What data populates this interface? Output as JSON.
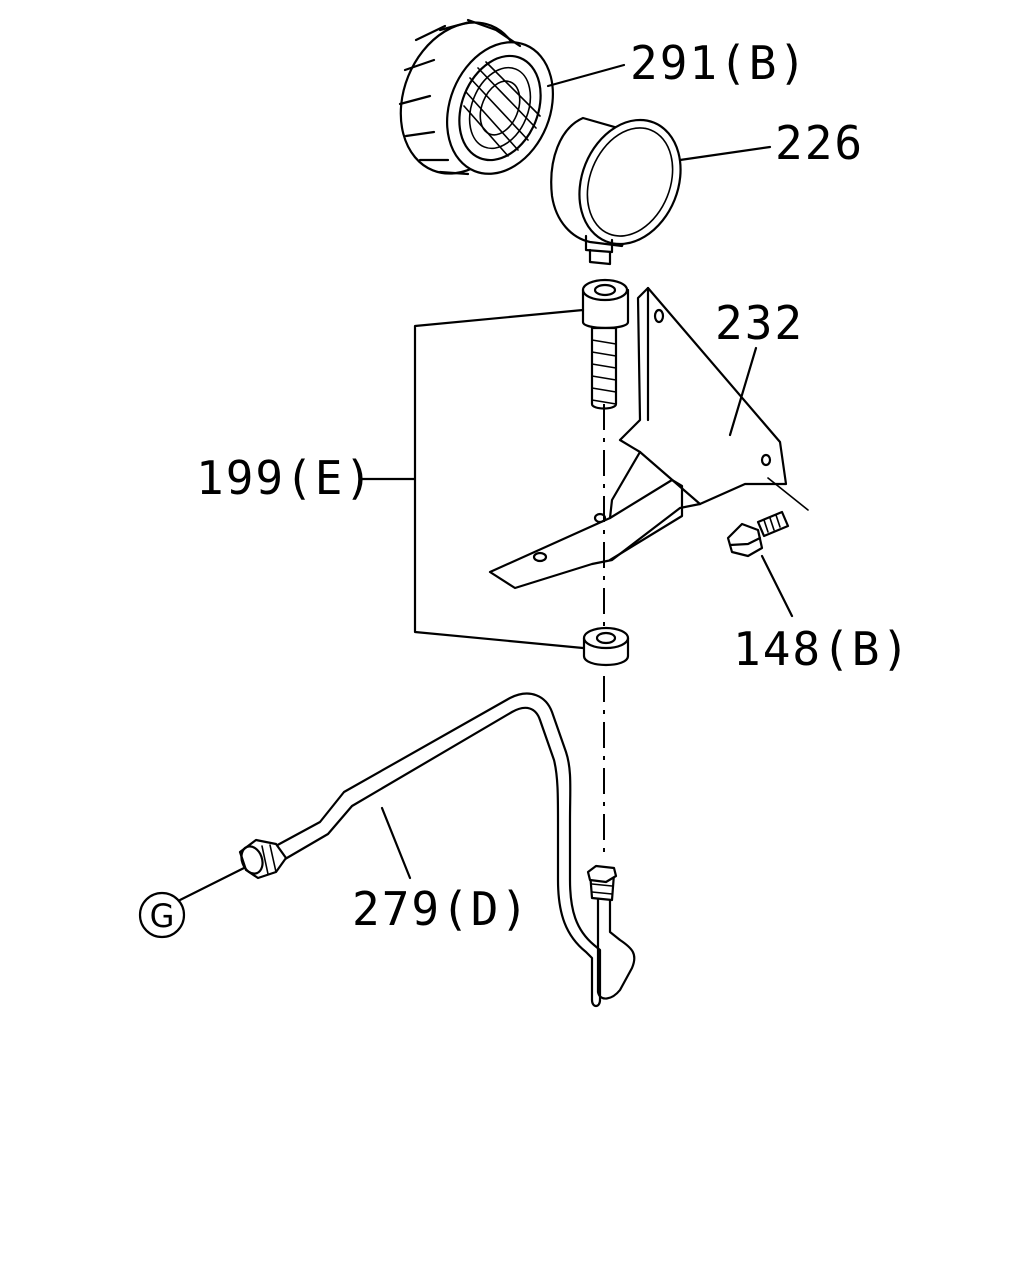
{
  "diagram": {
    "callouts": {
      "p291": "291(B)",
      "p226": "226",
      "p232": "232",
      "p199": "199(E)",
      "p148": "148(B)",
      "p279": "279(D)",
      "g": "G"
    }
  },
  "colors": {
    "ink": "#000000",
    "background": "#ffffff"
  }
}
